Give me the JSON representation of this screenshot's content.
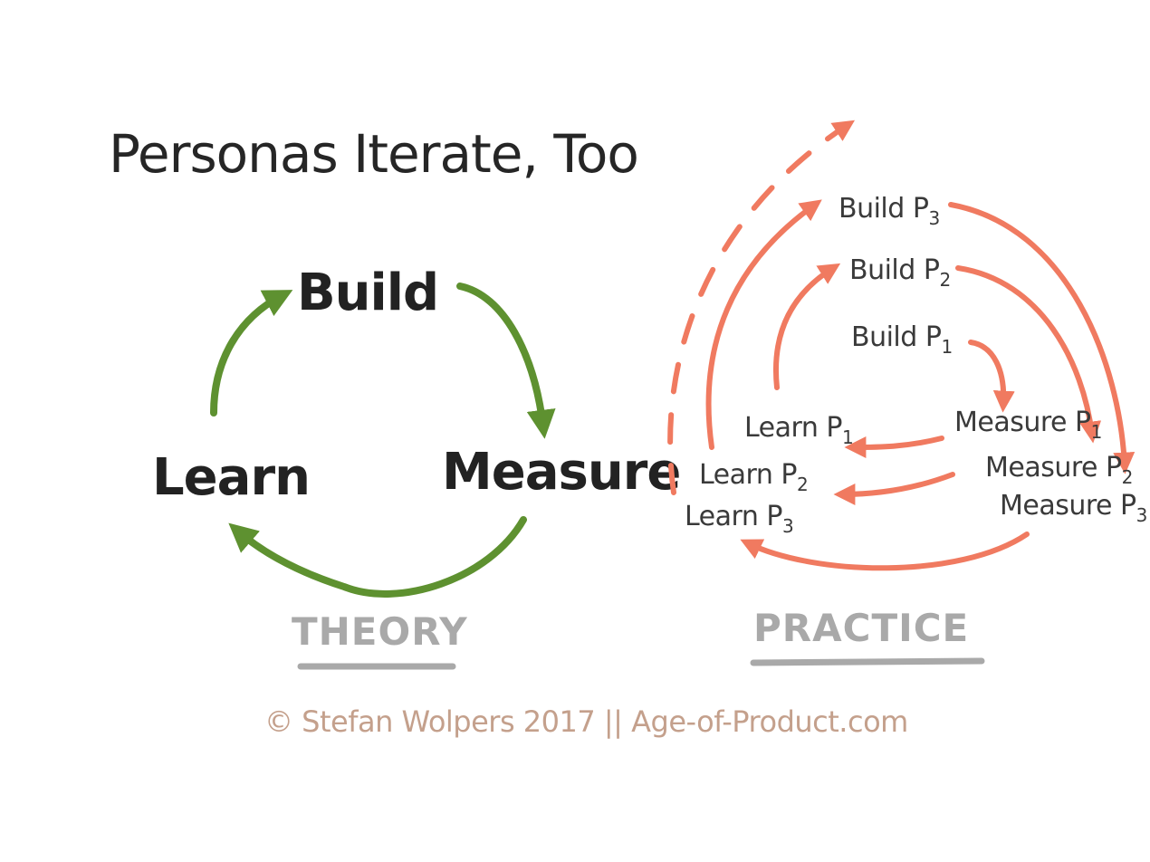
{
  "title": "Personas Iterate, Too",
  "theory": {
    "build": "Build",
    "measure": "Measure",
    "learn": "Learn",
    "caption": "THEORY",
    "arrow_color": "#5e9130"
  },
  "practice": {
    "caption": "PRACTICE",
    "arrow_color": "#f07a60",
    "build_nodes": [
      {
        "label": "Build P",
        "sub": "3"
      },
      {
        "label": "Build P",
        "sub": "2"
      },
      {
        "label": "Build P",
        "sub": "1"
      }
    ],
    "measure_nodes": [
      {
        "label": "Measure P",
        "sub": "1"
      },
      {
        "label": "Measure P",
        "sub": "2"
      },
      {
        "label": "Measure P",
        "sub": "3"
      }
    ],
    "learn_nodes": [
      {
        "label": "Learn P",
        "sub": "1"
      },
      {
        "label": "Learn P",
        "sub": "2"
      },
      {
        "label": "Learn P",
        "sub": "3"
      }
    ]
  },
  "copyright": "© Stefan Wolpers 2017 || Age-of-Product.com"
}
